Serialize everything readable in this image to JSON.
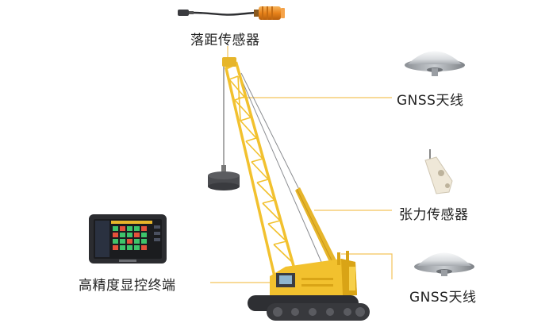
{
  "labels": {
    "drop_sensor": "落距传感器",
    "gnss_top": "GNSS天线",
    "tension_sensor": "张力传感器",
    "gnss_bottom": "GNSS天线",
    "terminal": "高精度显控终端"
  },
  "colors": {
    "crane_yellow": "#f2c12e",
    "crane_yellow_dark": "#d9a416",
    "leader_line": "#f4c35a",
    "track_dark": "#2e2f33",
    "antenna_light": "#e6e8ea",
    "terminal_body": "#2b2c30",
    "grid_green": "#3ec46b",
    "grid_red": "#e4523b",
    "sensor_orange": "#f08a1c"
  },
  "icons": [
    "proximity-sensor-icon",
    "gnss-antenna-icon",
    "tension-sensor-icon",
    "display-terminal-icon",
    "crawler-crane-icon"
  ]
}
